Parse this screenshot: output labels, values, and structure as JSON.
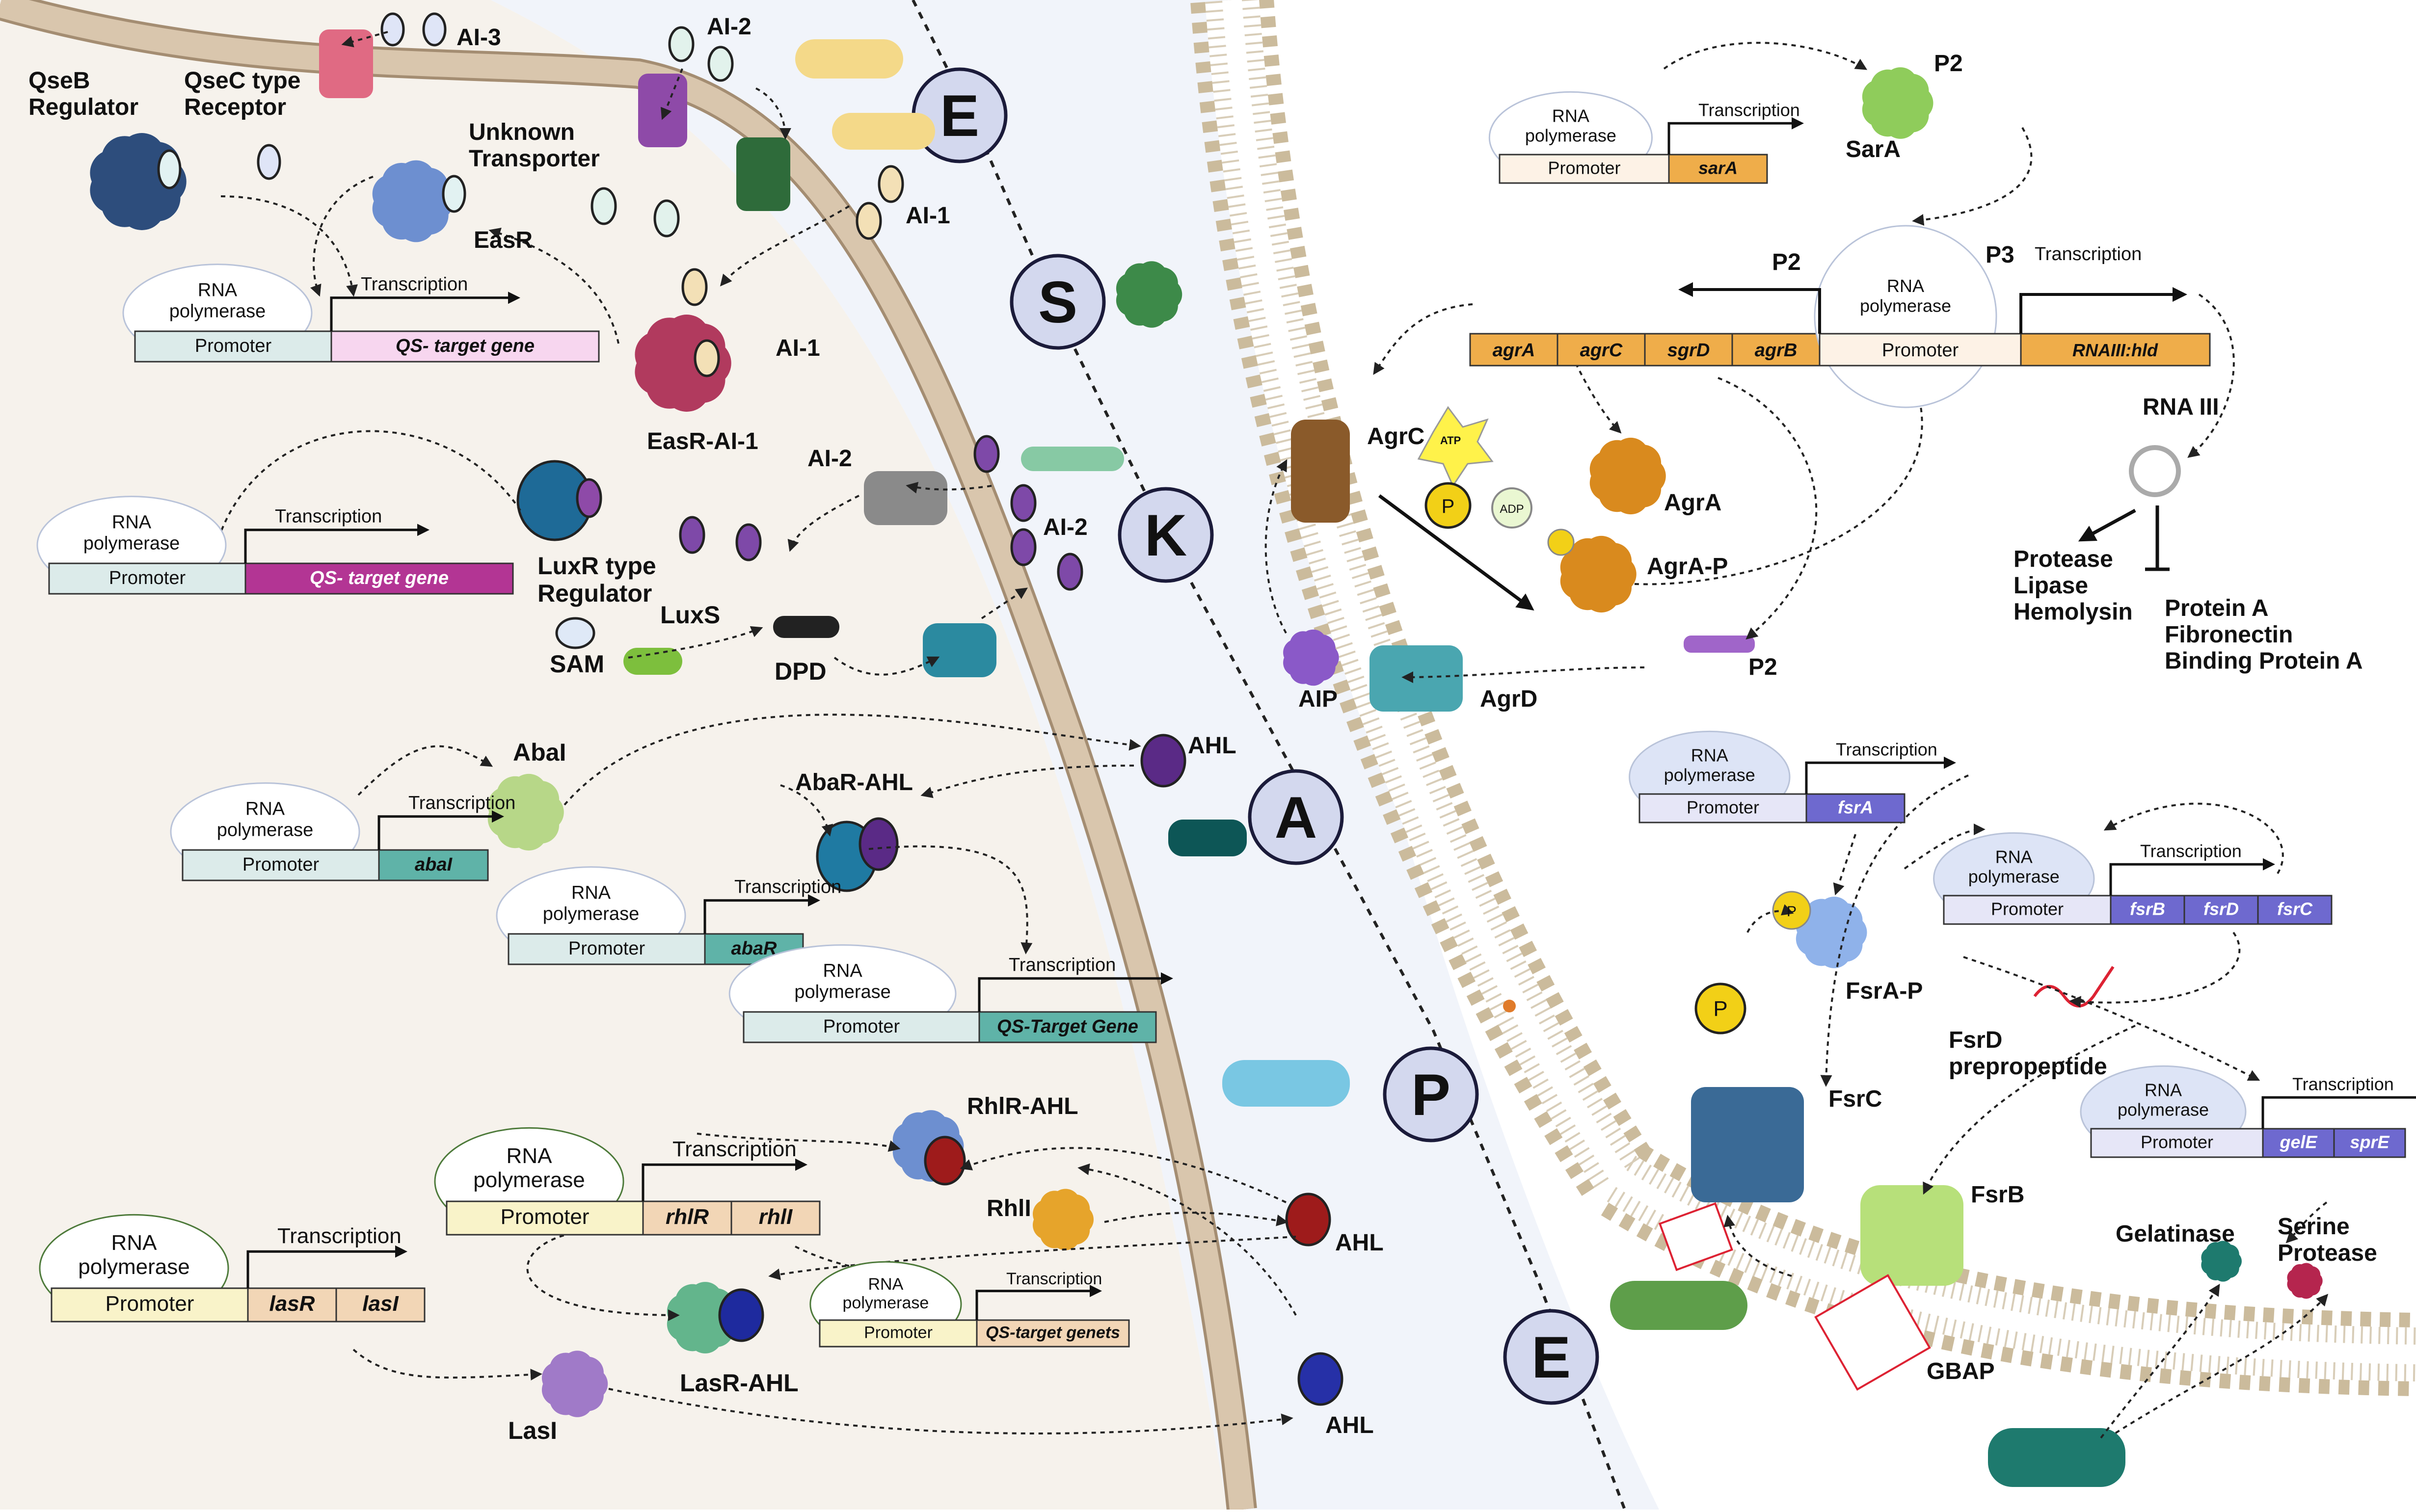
{
  "left_panel": {
    "ai3": "AI-3",
    "qseb": "QseB\nRegulator",
    "qsec": "QseC type\nReceptor",
    "ai2_top": "AI-2",
    "unknown_transporter": "Unknown\nTransporter",
    "easr": "EasR",
    "ai1_right": "AI-1",
    "ai1_mid": "AI-1",
    "easr_ai1": "EasR-AI-1",
    "ai2_mid": "AI-2",
    "ai2_right": "AI-2",
    "luxr": "LuxR type\nRegulator",
    "luxs": "LuxS",
    "sam": "SAM",
    "dpd": "DPD",
    "abai": "AbaI",
    "ahl_1": "AHL",
    "abar_ahl": "AbaR-AHL",
    "rhlr_ahl": "RhlR-AHL",
    "rhli": "RhlI",
    "ahl_2": "AHL",
    "lasr_ahl": "LasR-AHL",
    "lasi": "LasI",
    "ahl_3": "AHL",
    "gene1": {
      "rnap": "RNA\npolymerase",
      "tx": "Transcription",
      "promoter": "Promoter",
      "genes": [
        "QS- target gene"
      ]
    },
    "gene2": {
      "rnap": "RNA\npolymerase",
      "tx": "Transcription",
      "promoter": "Promoter",
      "genes": [
        "QS- target gene"
      ]
    },
    "gene3": {
      "rnap": "RNA\npolymerase",
      "tx": "Transcription",
      "promoter": "Promoter",
      "genes": [
        "abaI"
      ]
    },
    "gene4": {
      "rnap": "RNA\npolymerase",
      "tx": "Transcription",
      "promoter": "Promoter",
      "genes": [
        "abaR"
      ]
    },
    "gene5": {
      "rnap": "RNA\npolymerase",
      "tx": "Transcription",
      "promoter": "Promoter",
      "genes": [
        "QS-Target Gene"
      ]
    },
    "gene6": {
      "rnap": "RNA\npolymerase",
      "tx": "Transcription",
      "promoter": "Promoter",
      "genes": [
        "rhlR",
        "rhlI"
      ]
    },
    "gene7": {
      "rnap": "RNA\npolymerase",
      "tx": "Transcription",
      "promoter": "Promoter",
      "genes": [
        "lasR",
        "lasI"
      ]
    },
    "gene8": {
      "rnap": "RNA\npolymerase",
      "tx": "Transcription",
      "promoter": "Promoter",
      "genes": [
        "QS-target genets"
      ]
    }
  },
  "eskape": [
    "E",
    "S",
    "K",
    "A",
    "P",
    "E"
  ],
  "right_panel": {
    "p2_top": "P2",
    "sara": "SarA",
    "gene_sara": {
      "rnap": "RNA\npolymerase",
      "tx": "Transcription",
      "promoter": "Promoter",
      "genes": [
        "sarA"
      ]
    },
    "p2_mid": "P2",
    "p3": "P3",
    "agr_genes": [
      "agrA",
      "agrC",
      "sgrD",
      "agrB"
    ],
    "agr_rnap": "RNA\npolymerase",
    "agr_promoter": "Promoter",
    "agr_tx": "Transcription",
    "rnaiii_gene": "RNAIII:hld",
    "rna_iii": "RNA III",
    "agrc": "AgrC",
    "atp": "ATP",
    "p": "P",
    "adp": "ADP",
    "agra": "AgrA",
    "agra_p": "AgrA-P",
    "protease_lipase": "Protease\nLipase\nHemolysin",
    "protein_a": "Protein A\nFibronectin\nBinding Protein A",
    "aip": "AIP",
    "agrd": "AgrD",
    "p2_bottom": "P2",
    "gene_fsra": {
      "rnap": "RNA\npolymerase",
      "tx": "Transcription",
      "promoter": "Promoter",
      "genes": [
        "fsrA"
      ]
    },
    "gene_fsrb": {
      "rnap": "RNA\npolymerase",
      "tx": "Transcription",
      "promoter": "Promoter",
      "genes": [
        "fsrB",
        "fsrD",
        "fsrC"
      ]
    },
    "fsra_p": "FsrA-P",
    "fsrd": "FsrD\nprepropeptide",
    "gene_gele": {
      "rnap": "RNA\npolymerase",
      "tx": "Transcription",
      "promoter": "Promoter",
      "genes": [
        "gelE",
        "sprE"
      ]
    },
    "fsrc": "FsrC",
    "fsrb": "FsrB",
    "gelatinase": "Gelatinase",
    "serine_protease": "Serine\nProtease",
    "gbap": "GBAP"
  },
  "colors": {
    "bg_left": "#f6f2ec",
    "bg_mid": "#f1f4fa",
    "bg_right": "#ffffff",
    "membrane": "#d9c6ad",
    "membrane_edge": "#a48d72",
    "letter_circle": "#d3d8ee",
    "promoter_left": "#dcebea",
    "promoter_right": "#fdf2e6",
    "pink_gene": "#f7d6ef",
    "magenta_gene": "#b33594",
    "teal_gene": "#5fb3a8",
    "orange_gene": "#efad4a",
    "tan_gene": "#f2d6b6",
    "yellow_promoter": "#f9f3c9",
    "blue_gene": "#6e69cf",
    "blue_promoter": "#e6e6f7"
  }
}
